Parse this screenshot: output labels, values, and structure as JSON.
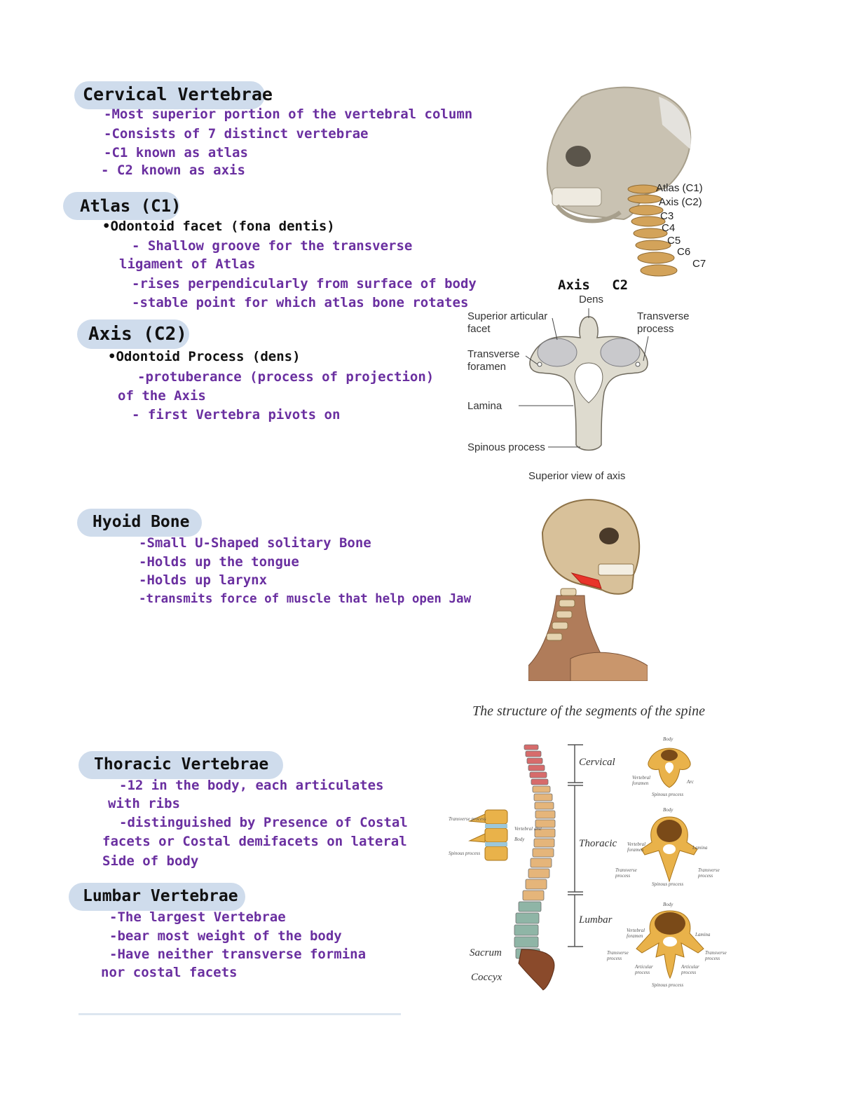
{
  "cervical": {
    "heading": "Cervical Vertebrae",
    "lines": [
      "-Most superior portion of the vertebral column",
      "-Consists of 7 distinct vertebrae",
      "-C1 known as atlas",
      "- C2 known as axis"
    ]
  },
  "atlas": {
    "heading": "Atlas (C1)",
    "lines": [
      "•Odontoid facet (fona dentis)",
      "- Shallow groove for the transverse",
      "ligament of Atlas",
      "-rises perpendicularly from surface of body",
      "-stable point for which atlas bone rotates"
    ]
  },
  "axis": {
    "heading": "Axis (C2)",
    "lines": [
      "•Odontoid Process (dens)",
      "-protuberance (process of projection)",
      "of the Axis",
      "- first Vertebra pivots on"
    ]
  },
  "hyoid": {
    "heading": "Hyoid Bone",
    "lines": [
      "-Small U-Shaped solitary Bone",
      "-Holds up the tongue",
      "-Holds up larynx",
      "-transmits force of muscle that help open Jaw"
    ]
  },
  "thoracic": {
    "heading": "Thoracic Vertebrae",
    "lines": [
      "-12 in the body, each articulates",
      "with ribs",
      "-distinguished by Presence of Costal",
      "facets or Costal demifacets on lateral",
      "Side of body"
    ]
  },
  "lumbar": {
    "heading": "Lumbar Vertebrae",
    "lines": [
      "-The largest Vertebrae",
      "-bear most weight of the body",
      "-Have neither transverse formina",
      "nor costal facets"
    ]
  },
  "skull_figure": {
    "labels": [
      "Atlas (C1)",
      "Axis (C2)",
      "C3",
      "C4",
      "C5",
      "C6",
      "C7"
    ]
  },
  "axis_figure": {
    "handwritten_title": "Axis C2",
    "labels": {
      "dens": "Dens",
      "superior_articular_facet": "Superior articular facet",
      "transverse_process": "Transverse process",
      "transverse_foramen": "Transverse foramen",
      "lamina": "Lamina",
      "spinous_process": "Spinous process"
    },
    "caption": "Superior view of axis"
  },
  "spine_figure": {
    "title": "The structure of the segments of the spine",
    "regions": [
      "Cervical",
      "Thoracic",
      "Lumbar",
      "Sacrum",
      "Coccyx"
    ],
    "small_labels": [
      "Body",
      "Vertebral foramen",
      "Arc",
      "Spinous process",
      "Body",
      "Vertebral foramen",
      "Lamina",
      "Transverse process",
      "Transverse process",
      "Spinous process",
      "Body",
      "Vertebral foramen",
      "Lamina",
      "Transverse process",
      "Transverse process",
      "Articular process",
      "Articular process",
      "Spinous process",
      "Transverse process",
      "Vertebral disc",
      "Body",
      "Spinous process"
    ]
  },
  "colors": {
    "ink": "#6a2fa0",
    "highlight": "#cfdcec"
  }
}
